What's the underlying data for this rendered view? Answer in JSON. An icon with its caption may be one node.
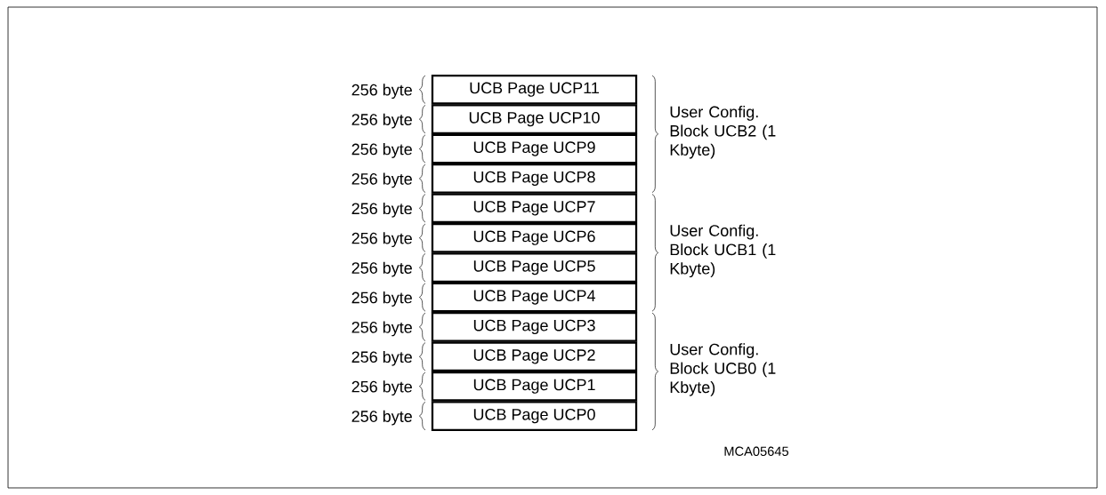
{
  "diagram": {
    "nodes": [
      {
        "text": [
          "UCB Page UCP11"
        ],
        "beside": [
          "256 byte"
        ]
      },
      {
        "text": [
          "UCB Page UCP10"
        ],
        "beside": [
          "256 byte"
        ]
      },
      {
        "text": [
          "UCB Page UCP9"
        ],
        "beside": [
          "256 byte"
        ]
      },
      {
        "text": [
          "UCB Page UCP8"
        ],
        "beside": [
          "256 byte"
        ]
      },
      {
        "text": [
          "UCB Page UCP7"
        ],
        "beside": [
          "256 byte"
        ]
      },
      {
        "text": [
          "UCB Page UCP6"
        ],
        "beside": [
          "256 byte"
        ]
      },
      {
        "text": [
          "UCB Page UCP5"
        ],
        "beside": [
          "256 byte"
        ]
      },
      {
        "text": [
          "UCB Page UCP4"
        ],
        "beside": [
          "256 byte"
        ]
      },
      {
        "text": [
          "UCB Page UCP3"
        ],
        "beside": [
          "256 byte"
        ]
      },
      {
        "text": [
          "UCB Page UCP2"
        ],
        "beside": [
          "256 byte"
        ]
      },
      {
        "text": [
          "UCB Page UCP1"
        ],
        "beside": [
          "256 byte"
        ]
      },
      {
        "text": [
          "UCB Page UCP0"
        ],
        "beside": [
          "256 byte"
        ]
      }
    ],
    "labels": [
      "User Config. Block UCB2 (1 Kbyte)",
      "User Config. Block UCB1 (1 Kbyte)",
      "User Config. Block UCB0 (1 Kbyte)",
      "MCA05645"
    ]
  }
}
